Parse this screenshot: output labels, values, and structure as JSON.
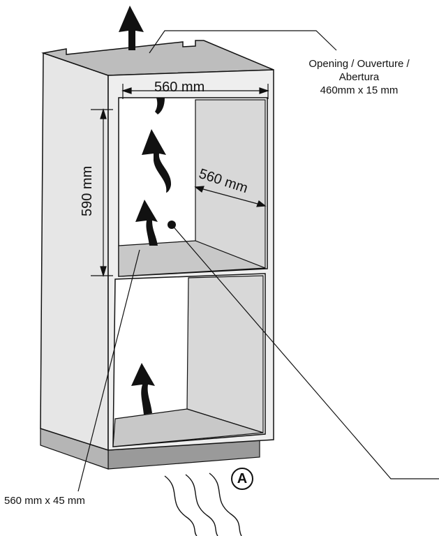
{
  "labels": {
    "opening_line1": "Opening / Ouverture /",
    "opening_line2": "Abertura",
    "opening_line3": "460mm x 15 mm",
    "width_dim": "560 mm",
    "depth_dim": "560 mm",
    "height_dim": "590 mm",
    "vent_dim": "560 mm x 45 mm",
    "marker": "A"
  },
  "colors": {
    "outline": "#111111",
    "panel_light": "#e6e6e6",
    "panel_mid": "#d0d0d0",
    "panel_dark": "#bdbdbd",
    "plinth": "#9a9a9a",
    "arrow": "#111111"
  }
}
